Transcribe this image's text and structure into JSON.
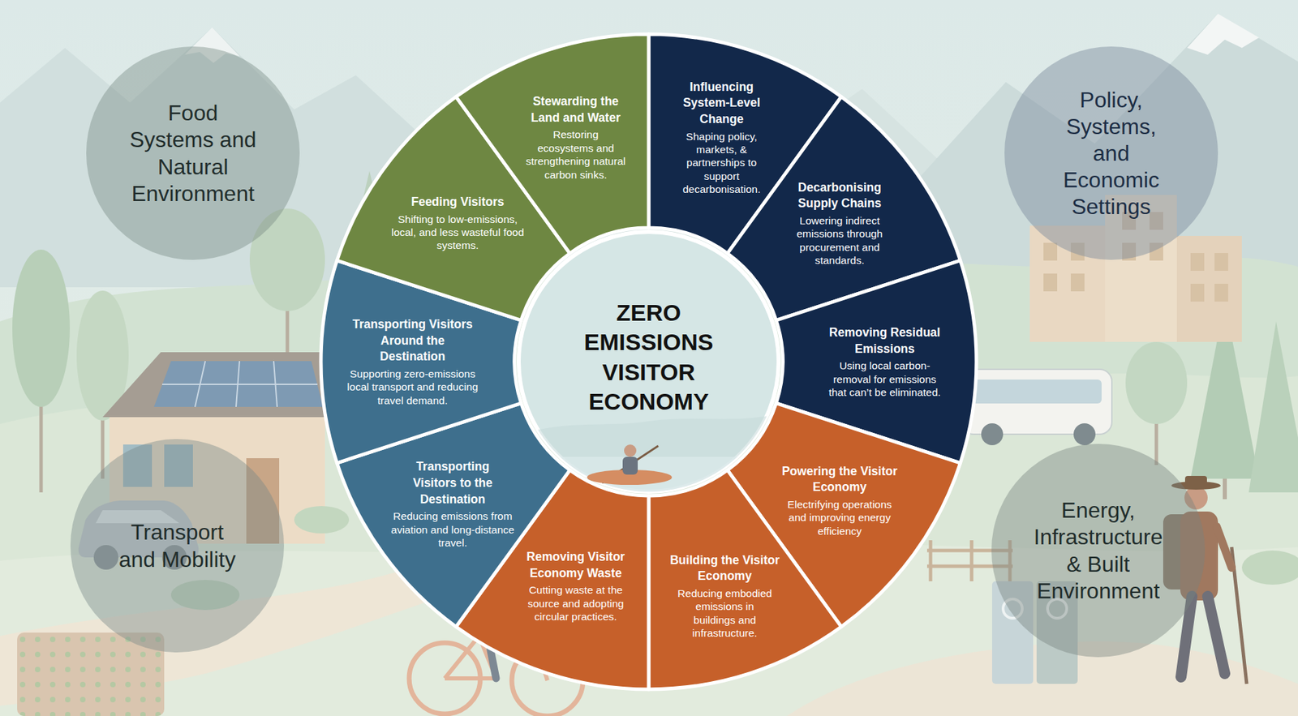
{
  "diagram": {
    "nodes": [
      {
        "text": [
          "Food Systems and Natural Environment"
        ]
      },
      {
        "text": [
          "Policy, Systems, and Economic Settings"
        ]
      },
      {
        "text": [
          "ZERO EMISSIONS VISITOR ECONOMY"
        ]
      },
      {
        "text": [
          "Influencing System-Level Change",
          "Shaping policy, markets, & partnerships to support decarbonisation."
        ]
      },
      {
        "text": [
          "Decarbonising Supply Chains",
          "Lowering indirect emissions through procurement and standards."
        ]
      },
      {
        "text": [
          "Removing Residual Emissions",
          "Using local carbon-removal for emissions that can’t be eliminated."
        ]
      },
      {
        "text": [
          "Powering the Visitor Economy",
          "Electrifying operations and improving energy efficiency"
        ]
      },
      {
        "text": [
          "Building the Visitor Economy",
          "Reducing embodied emissions in buildings and infrastructure."
        ]
      },
      {
        "text": [
          "Removing Visitor Economy Waste",
          "Cutting waste at the source and adopting circular practices."
        ]
      },
      {
        "text": [
          "Transporting Visitors to the Destination",
          "Reducing emissions from aviation and long-distance travel."
        ]
      },
      {
        "text": [
          "Transporting Visitors Around the Destination",
          "Supporting zero-emissions local transport and reducing travel demand."
        ]
      },
      {
        "text": [
          "Feeding Visitors",
          "Shifting to low-emissions, local, and less wasteful food systems."
        ]
      },
      {
        "text": [
          "Stewarding the Land and Water",
          "Restoring ecosystems and strengthening natural carbon sinks."
        ]
      },
      {
        "text": [
          "Transport and Mobility"
        ]
      },
      {
        "text": [
          "Energy, Infrastructure & Built Environment"
        ]
      }
    ]
  }
}
